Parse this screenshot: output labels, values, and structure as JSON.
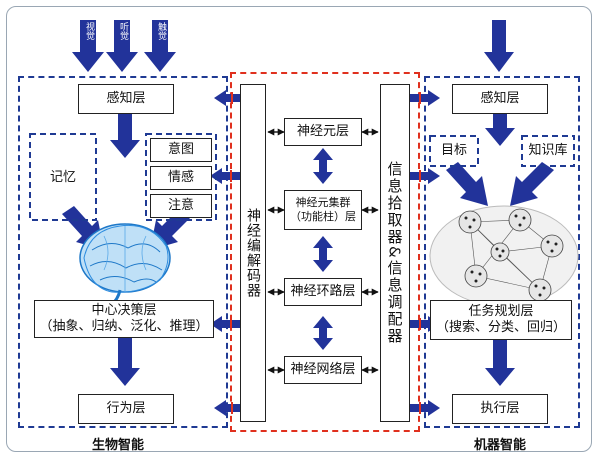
{
  "bio": {
    "caption": "生物智能",
    "senses": [
      "视觉",
      "听觉",
      "触觉"
    ],
    "perception": "感知层",
    "memory": "记忆",
    "intention": "意图",
    "emotion": "情感",
    "attention": "注意",
    "decision_line1": "中心决策层",
    "decision_line2": "（抽象、归纳、泛化、推理）",
    "behavior": "行为层"
  },
  "center": {
    "encoder": "神经编解码器",
    "neuron": "神经元层",
    "cluster_line1": "神经元集群",
    "cluster_line2": "（功能柱）层",
    "loop": "神经环路层",
    "network": "神经网络层",
    "extractor": "信息拾取器&信息调配器"
  },
  "machine": {
    "caption": "机器智能",
    "perception": "感知层",
    "goal": "目标",
    "knowledge": "知识库",
    "planning_line1": "任务规划层",
    "planning_line2": "（搜索、分类、回归）",
    "execution": "执行层"
  },
  "colors": {
    "arrow": "#22339a",
    "blue_dash": "#1f3a93",
    "red_dash": "#e0301e",
    "accent_red": "#e0301e"
  }
}
